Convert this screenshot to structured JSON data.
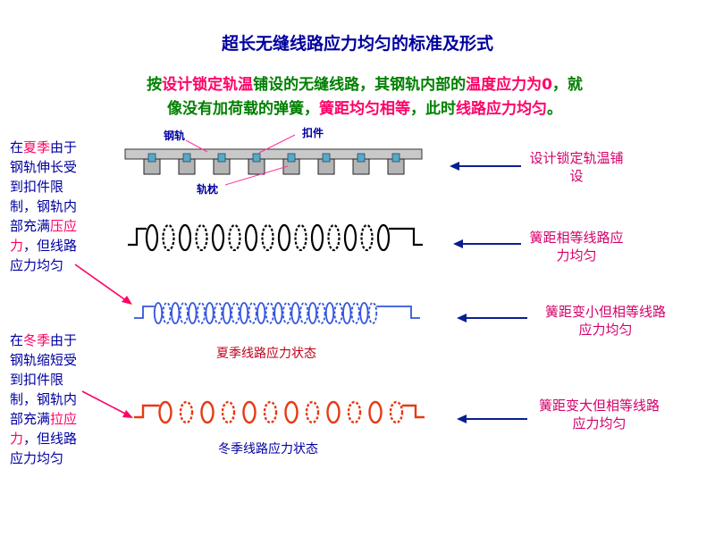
{
  "title": "超长无缝线路应力均匀的标准及形式",
  "intro": {
    "line1_prefix": "按",
    "line1_hl1": "设计锁定轨温",
    "line1_mid": "铺设的无缝线路，其钢轨内部的",
    "line1_hl2": "温度应力为0",
    "line1_suffix": "，就",
    "line2_prefix": "像没有加荷载的弹簧，",
    "line2_hl": "簧距均匀相等",
    "line2_mid": "，此时",
    "line2_hl2": "线路应力均匀",
    "line2_suffix": "。"
  },
  "diagram": {
    "rail_label": "钢轨",
    "fastener_label": "扣件",
    "sleeper_label": "轨枕"
  },
  "left_notes": {
    "summer": {
      "a": "在",
      "b": "夏季",
      "c": "由于钢轨伸长受到扣件限制，钢轨内部充满",
      "d": "压应力",
      "e": "，但线路应力均匀"
    },
    "winter": {
      "a": "在",
      "b": "冬季",
      "c": "由于钢轨缩短受到扣件限制，钢轨内部充满",
      "d": "拉应力",
      "e": "，但线路应力均匀"
    }
  },
  "right_labels": {
    "design": "设计锁定轨温铺设",
    "equal": "簧距相等线路应力均匀",
    "smaller": "簧距变小但相等线路应力均匀",
    "larger": "簧距变大但相等线路应力均匀"
  },
  "captions": {
    "summer": "夏季线路应力状态",
    "winter": "冬季线路应力状态"
  },
  "colors": {
    "title": "#0000a0",
    "intro": "#008000",
    "highlight": "#ff0066",
    "spring_neutral": "#000000",
    "spring_summer": "#3355dd",
    "spring_winter": "#e63a14",
    "arrow": "#0a1f8f"
  }
}
